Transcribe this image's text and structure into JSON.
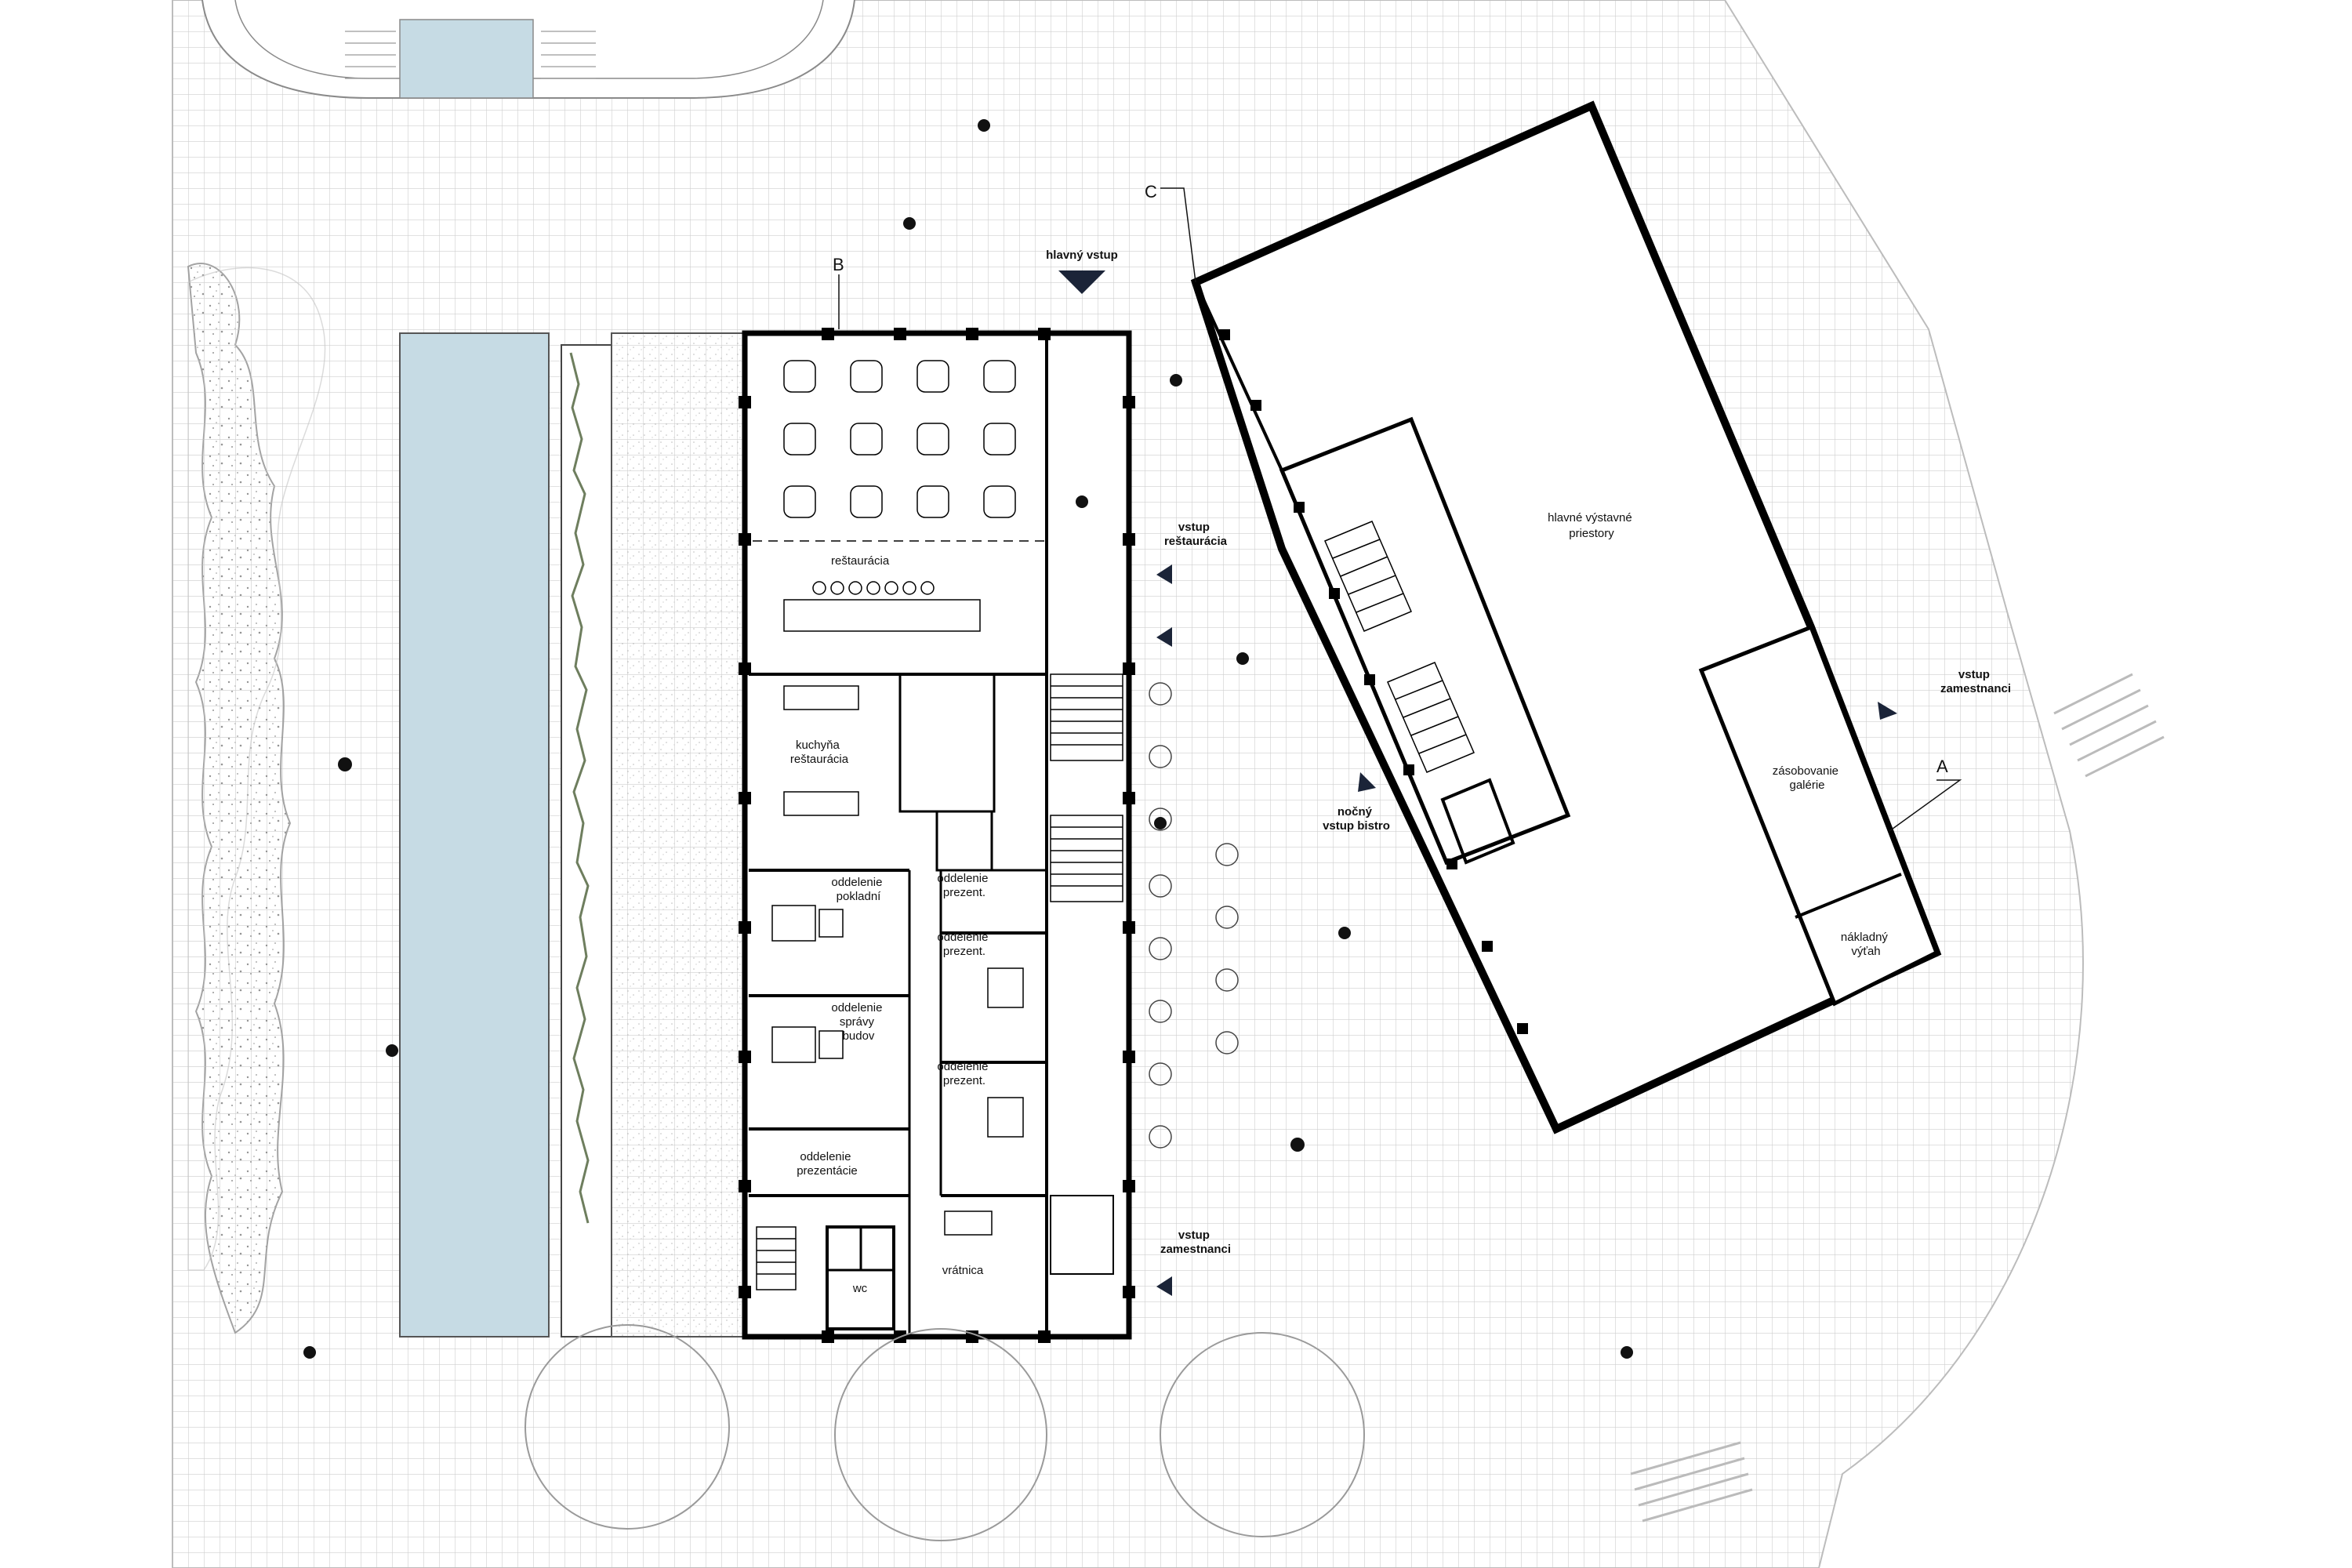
{
  "colors": {
    "background": "#ffffff",
    "paving_grid": "#cfcfcf",
    "water": "#c6dbe4",
    "wall": "#000000",
    "entry_marker": "#1b2438",
    "tree_outline": "#9a9a9a",
    "greenery": "#6e7e5e"
  },
  "rooms": {
    "restauracia": "reštaurácia",
    "kuchyna": [
      "kuchyňa",
      "reštaurácia"
    ],
    "pokladni": [
      "oddelenie",
      "pokladní"
    ],
    "spravy_budov": [
      "oddelenie",
      "správy",
      "budov"
    ],
    "prezentacie": [
      "oddelenie",
      "prezentácie"
    ],
    "prezent_1": [
      "oddelenie",
      "prezent."
    ],
    "prezent_2": [
      "oddelenie",
      "prezent."
    ],
    "prezent_3": [
      "oddelenie",
      "prezent."
    ],
    "vratnica": "vrátnica",
    "wc": "wc",
    "hlavne_vystavne": [
      "hlavné výstavné",
      "priestory"
    ],
    "zasobovanie": [
      "zásobovanie",
      "galérie"
    ],
    "nakladny_vytah": [
      "nákladný",
      "výťah"
    ]
  },
  "entries": {
    "hlavny_vstup": "hlavný vstup",
    "vstup_restauracia": [
      "vstup",
      "reštaurácia"
    ],
    "nocny_vstup": [
      "nočný",
      "vstup bistro"
    ],
    "vstup_zamestnanci_west": [
      "vstup",
      "zamestnanci"
    ],
    "vstup_zamestnanci_east": [
      "vstup",
      "zamestnanci"
    ]
  },
  "section_marks": {
    "a": "A",
    "b": "B",
    "c": "C"
  },
  "icons": [
    "entry-triangle-icon",
    "person-icon",
    "tree-icon",
    "table-icon",
    "stair-icon"
  ]
}
